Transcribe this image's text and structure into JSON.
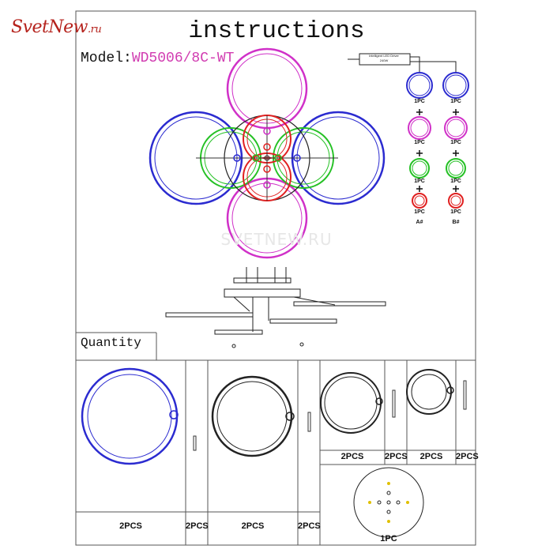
{
  "logo": {
    "text": "SvetNew",
    "suffix": ".ru"
  },
  "title": "instructions",
  "model": {
    "label": "Model:",
    "value": "WD5006/8C-WT"
  },
  "watermark": "SVETNEW.RU",
  "driver": {
    "line1": "Intelligent LED Driver",
    "line2": "240W"
  },
  "scheme": {
    "labels": [
      "1PC",
      "1PC",
      "1PC",
      "1PC",
      "1PC",
      "1PC",
      "1PC",
      "1PC"
    ],
    "groups": [
      "A#",
      "B#"
    ]
  },
  "quantity": {
    "label": "Quantity",
    "counts": [
      "2PCS",
      "2PCS",
      "2PCS",
      "2PCS",
      "2PCS",
      "2PCS",
      "2PCS",
      "2PCS",
      "1PC"
    ]
  },
  "colors": {
    "blue": "#2b2bd0",
    "magenta": "#d030c8",
    "green": "#25c125",
    "red": "#e02020",
    "line": "#333333"
  }
}
